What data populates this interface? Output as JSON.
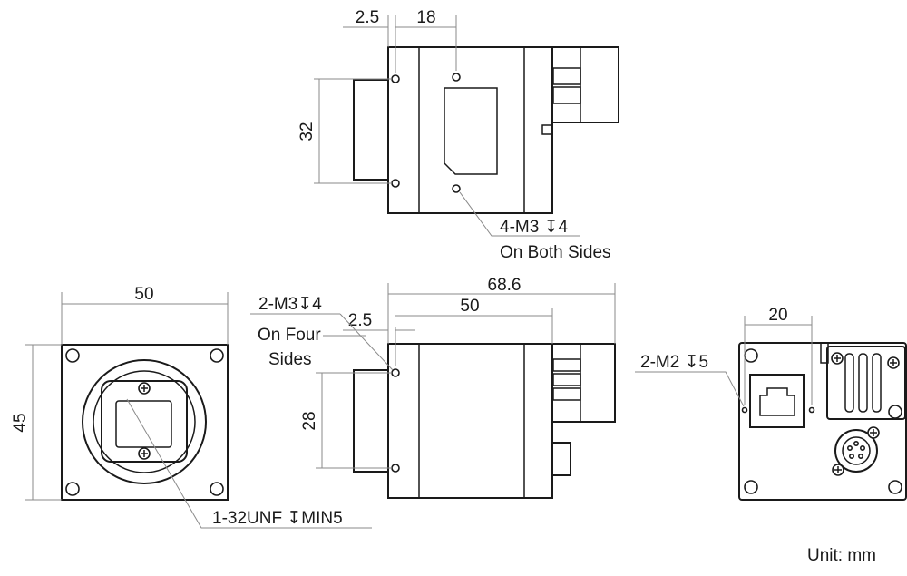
{
  "top_view": {
    "dim_edge_offset": "2.5",
    "dim_hole_offset": "18",
    "dim_hole_spacing": "32",
    "callout_line1": "4-M3 ↧4",
    "callout_line2": "On Both Sides"
  },
  "front_view": {
    "dim_width": "50",
    "dim_height": "45",
    "callout": "1-32UNF ↧MIN5"
  },
  "side_view": {
    "dim_total_length": "68.6",
    "dim_body_length": "50",
    "dim_edge_offset": "2.5",
    "dim_hole_spacing": "28",
    "callout_line1": "2-M3↧4",
    "callout_line2": "On Four",
    "callout_line3": "Sides"
  },
  "rear_view": {
    "dim_hole_spacing": "20",
    "callout": "2-M2 ↧5"
  },
  "footer": {
    "unit_label": "Unit: mm"
  }
}
